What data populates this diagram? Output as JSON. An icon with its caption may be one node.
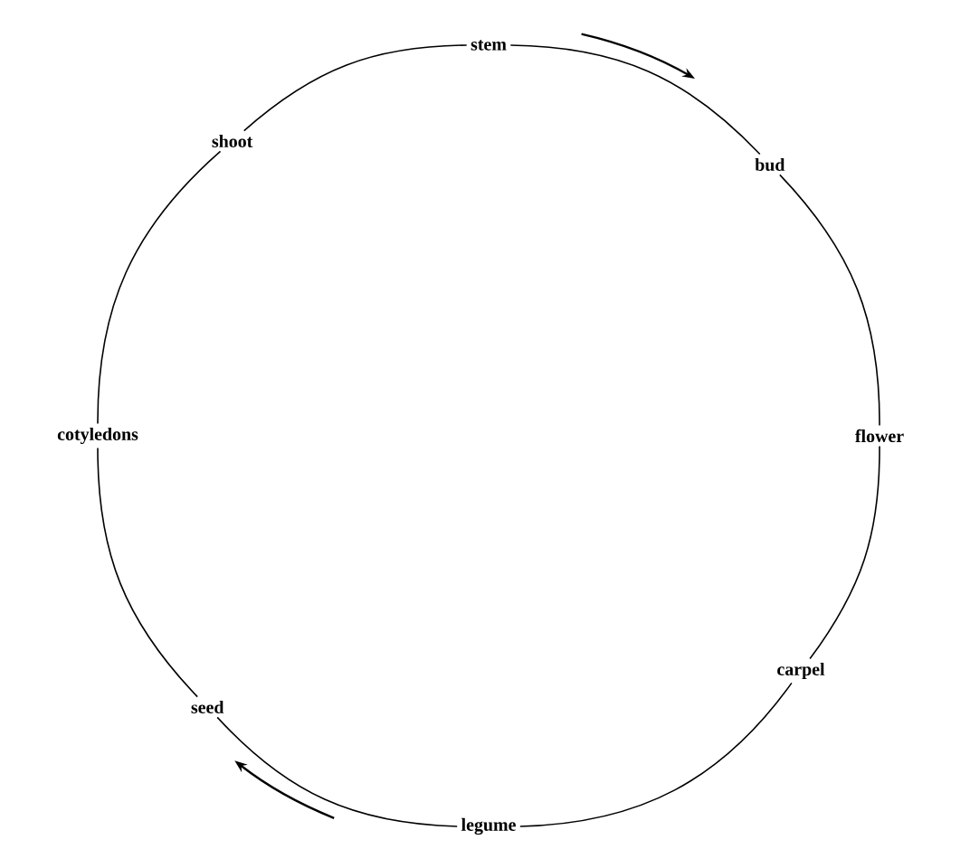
{
  "diagram": {
    "nodes": [
      {
        "text": [
          "stem"
        ]
      },
      {
        "text": [
          "bud"
        ]
      },
      {
        "text": [
          "flower"
        ]
      },
      {
        "text": [
          "carpel"
        ]
      },
      {
        "text": [
          "legume"
        ]
      },
      {
        "text": [
          "seed"
        ]
      },
      {
        "text": [
          "cotyledons"
        ]
      },
      {
        "text": [
          "shoot"
        ]
      }
    ],
    "edges": [
      {
        "from": 0,
        "to": 1,
        "arrow": "none"
      },
      {
        "from": 1,
        "to": 2,
        "arrow": "none"
      },
      {
        "from": 2,
        "to": 3,
        "arrow": "none"
      },
      {
        "from": 3,
        "to": 4,
        "arrow": "none"
      },
      {
        "from": 4,
        "to": 5,
        "arrow": "none"
      },
      {
        "from": 5,
        "to": 6,
        "arrow": "none"
      },
      {
        "from": 6,
        "to": 7,
        "arrow": "none"
      },
      {
        "from": 7,
        "to": 0,
        "arrow": "none"
      }
    ]
  }
}
